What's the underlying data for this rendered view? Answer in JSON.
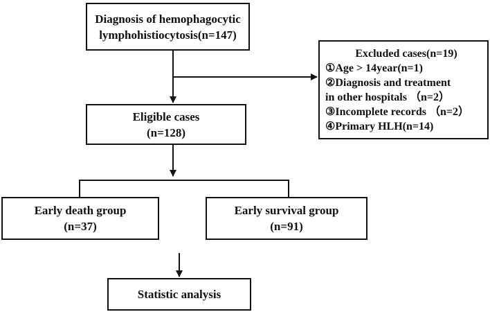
{
  "boxes": {
    "diagnosis": {
      "line1": "Diagnosis of hemophagocytic",
      "line2": "lymphohistiocytosis(n=147)"
    },
    "excluded": {
      "title": "Excluded cases(n=19)",
      "items": [
        "①Age > 14year(n=1)",
        "②Diagnosis and treatment",
        "in other hospitals （n=2）",
        "③Incomplete records （n=2）",
        "④Primary HLH(n=14)"
      ]
    },
    "eligible": {
      "line1": "Eligible cases",
      "line2": "(n=128)"
    },
    "early_death": {
      "line1": "Early death group",
      "line2": "(n=37)"
    },
    "early_survival": {
      "line1": "Early survival group",
      "line2": "(n=91)"
    },
    "statistic": {
      "label": "Statistic analysis"
    }
  },
  "colors": {
    "line": "#111111",
    "box_border": "#111111",
    "background": "#ffffff"
  }
}
